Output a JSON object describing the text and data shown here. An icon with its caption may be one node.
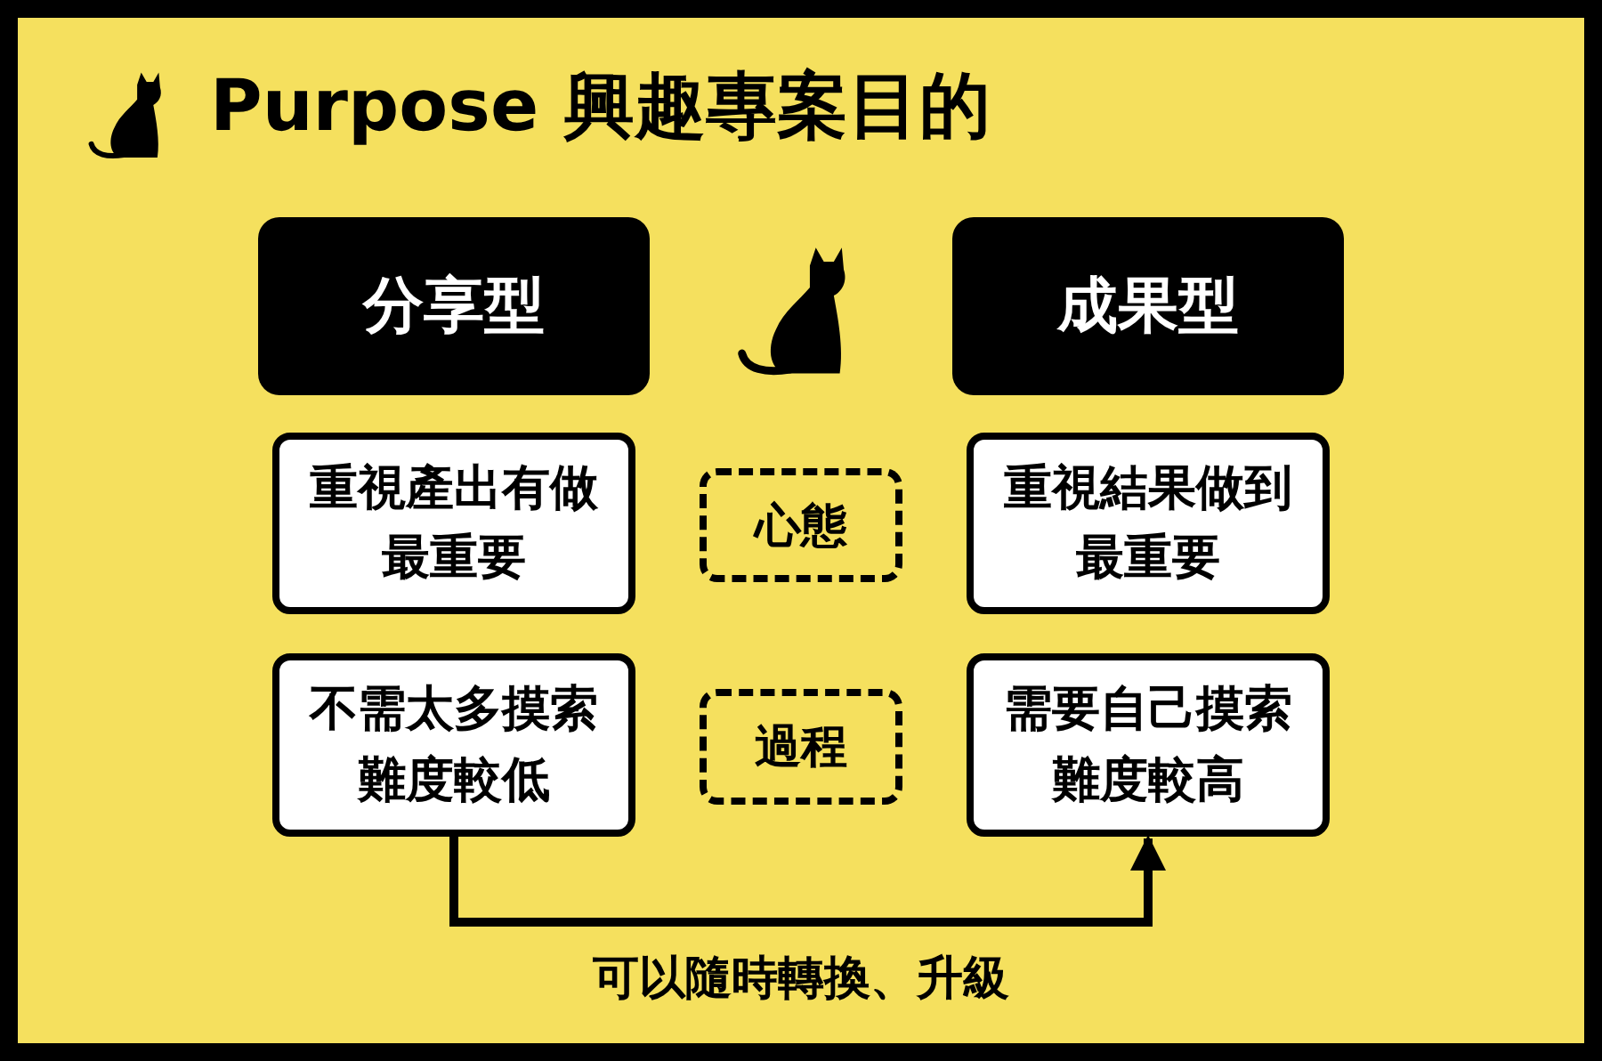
{
  "diagram": {
    "title": "Purpose 興趣專案目的",
    "nodes": [
      {
        "text": [
          "分享型"
        ]
      },
      {
        "text": [
          "成果型"
        ]
      },
      {
        "text": [
          "重視產出有做最重要"
        ]
      },
      {
        "text": [
          "心態"
        ]
      },
      {
        "text": [
          "重視結果做到最重要"
        ]
      },
      {
        "text": [
          "不需太多摸索難度較低"
        ]
      },
      {
        "text": [
          "過程"
        ]
      },
      {
        "text": [
          "需要自己摸索難度較高"
        ]
      }
    ],
    "edges": [
      {
        "from": 5,
        "to": 7,
        "arrow": "to",
        "label": "可以隨時轉換、升級"
      }
    ]
  }
}
